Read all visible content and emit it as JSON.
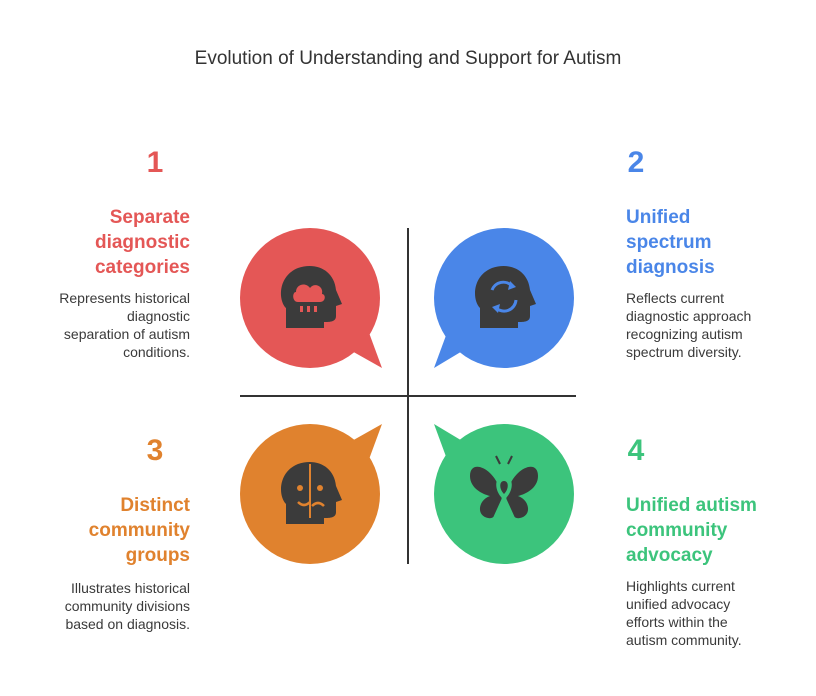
{
  "title": "Evolution of Understanding and Support for Autism",
  "quadrants": [
    {
      "number": "1",
      "heading_lines": [
        "Separate",
        "diagnostic",
        "categories"
      ],
      "description_lines": [
        "Represents historical",
        "diagnostic",
        "separation of autism",
        "conditions."
      ],
      "color": "#e45756",
      "icon": "head-rain-cloud-icon"
    },
    {
      "number": "2",
      "heading_lines": [
        "Unified",
        "spectrum",
        "diagnosis"
      ],
      "description_lines": [
        "Reflects current",
        "diagnostic approach",
        "recognizing autism",
        "spectrum diversity."
      ],
      "color": "#4a86e8",
      "icon": "head-cycle-arrows-icon"
    },
    {
      "number": "3",
      "heading_lines": [
        "Distinct",
        "community",
        "groups"
      ],
      "description_lines": [
        "Illustrates historical",
        "community divisions",
        "based on diagnosis."
      ],
      "color": "#e0822e",
      "icon": "head-split-face-icon"
    },
    {
      "number": "4",
      "heading_lines": [
        "Unified autism",
        "community",
        "advocacy"
      ],
      "description_lines": [
        "Highlights current",
        "unified advocacy",
        "efforts within the",
        "autism community."
      ],
      "color": "#3cc47c",
      "icon": "butterfly-ribbon-icon"
    }
  ]
}
